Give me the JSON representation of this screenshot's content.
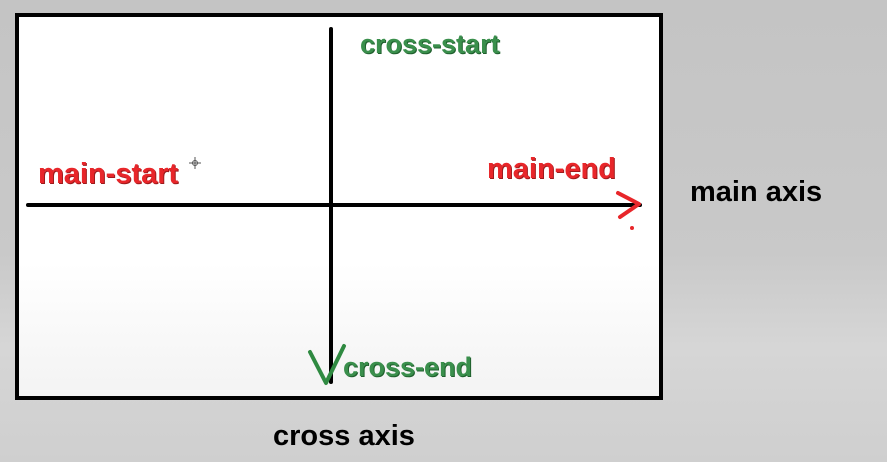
{
  "diagram": {
    "labels": {
      "main_start": "main-start",
      "main_end": "main-end",
      "cross_start": "cross-start",
      "cross_end": "cross-end",
      "main_axis": "main axis",
      "cross_axis": "cross axis"
    },
    "colors": {
      "main_labels": "#e8262a",
      "cross_labels": "#3a8f4c",
      "axis_lines": "#000000",
      "axis_titles": "#000000",
      "container_border": "#000000",
      "container_fill": "#ffffff",
      "background": "#c6c6c6"
    }
  }
}
